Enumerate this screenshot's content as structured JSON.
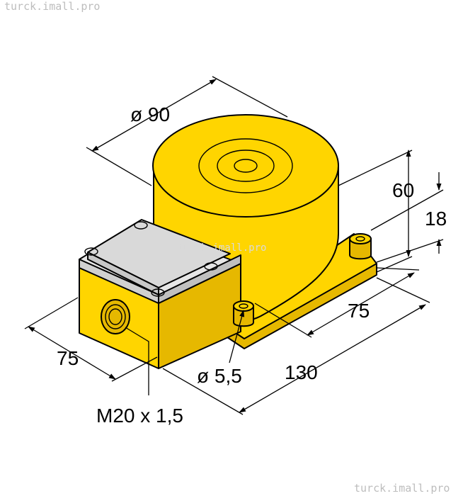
{
  "watermarks": {
    "top_left": "turck.imall.pro",
    "center": "turck.imall.pro",
    "bottom_right": "turck.imall.pro"
  },
  "dimensions": {
    "diameter": "ø 90",
    "height_total": "60",
    "height_base": "18",
    "depth_right": "75",
    "width_left": "75",
    "length": "130",
    "hole": "ø 5,5",
    "thread": "M20 x 1,5"
  },
  "colors": {
    "body_yellow": "#ffd500",
    "body_shadow": "#e6b800",
    "cover_gray": "#d0d0d0",
    "cover_light": "#e6e6e6",
    "line": "#000000"
  }
}
